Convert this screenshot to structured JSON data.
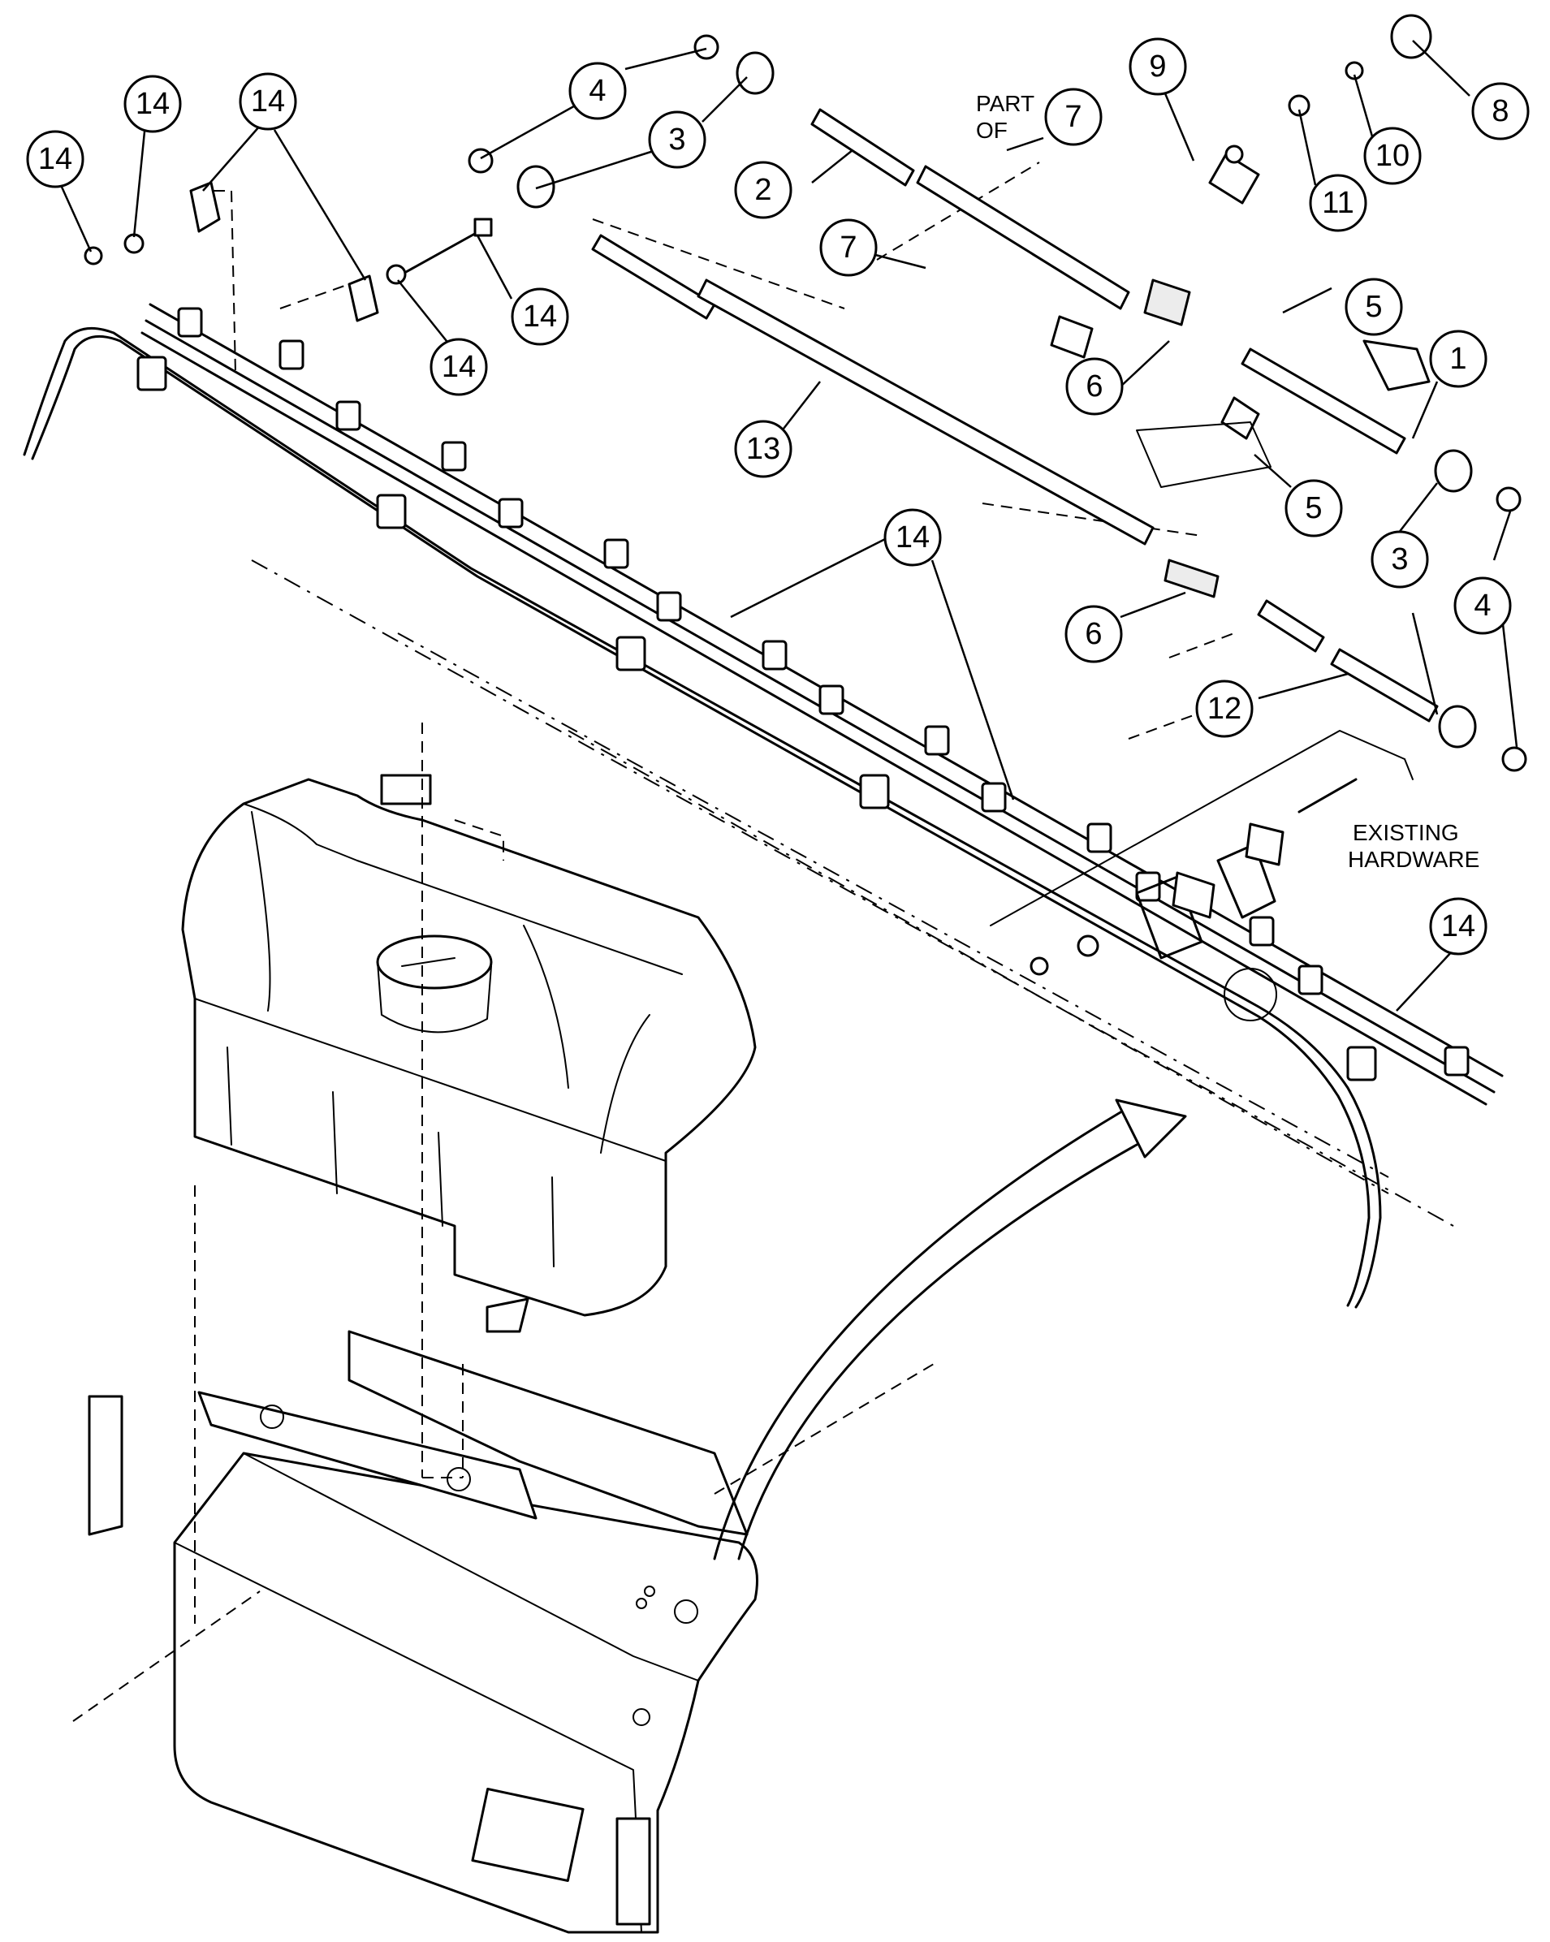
{
  "callouts": [
    {
      "id": "c1",
      "label": "14"
    },
    {
      "id": "c2",
      "label": "14"
    },
    {
      "id": "c3",
      "label": "14"
    },
    {
      "id": "c4",
      "label": "14"
    },
    {
      "id": "c5",
      "label": "14"
    },
    {
      "id": "c6",
      "label": "4"
    },
    {
      "id": "c7",
      "label": "3"
    },
    {
      "id": "c8",
      "label": "2"
    },
    {
      "id": "c9",
      "label": "7"
    },
    {
      "id": "c10",
      "label": "9"
    },
    {
      "id": "c11",
      "label": "8"
    },
    {
      "id": "c12",
      "label": "10"
    },
    {
      "id": "c13",
      "label": "11"
    },
    {
      "id": "c14",
      "label": "7"
    },
    {
      "id": "c15",
      "label": "5"
    },
    {
      "id": "c16",
      "label": "6"
    },
    {
      "id": "c17",
      "label": "1"
    },
    {
      "id": "c18",
      "label": "13"
    },
    {
      "id": "c19",
      "label": "5"
    },
    {
      "id": "c20",
      "label": "3"
    },
    {
      "id": "c21",
      "label": "4"
    },
    {
      "id": "c22",
      "label": "6"
    },
    {
      "id": "c23",
      "label": "12"
    },
    {
      "id": "c24",
      "label": "14"
    },
    {
      "id": "c25",
      "label": "14"
    }
  ],
  "notes": {
    "part_of_line1": "PART",
    "part_of_line2": "OF",
    "existing_line1": "EXISTING",
    "existing_line2": "HARDWARE"
  }
}
